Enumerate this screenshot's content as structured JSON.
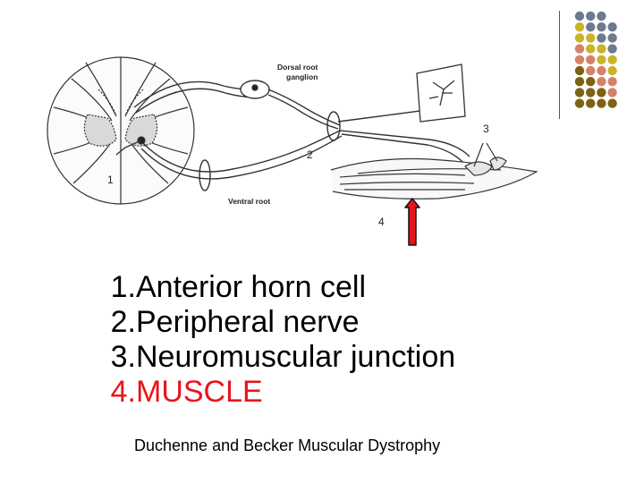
{
  "diagram": {
    "labels": {
      "dorsal_root_ganglion_line1": "Dorsal root",
      "dorsal_root_ganglion_line2": "ganglion",
      "ventral_root": "Ventral root"
    },
    "numbers": {
      "n1": "1",
      "n2": "2",
      "n3": "3",
      "n4": "4"
    },
    "arrow_color": "#e8141c"
  },
  "list": [
    {
      "num": "1.",
      "text": "Anterior horn cell",
      "color": "#000000"
    },
    {
      "num": "2.",
      "text": "Peripheral nerve",
      "color": "#000000"
    },
    {
      "num": "3.",
      "text": "Neuromuscular junction",
      "color": "#000000"
    },
    {
      "num": "4.",
      "text": "MUSCLE",
      "color": "#e8141c"
    }
  ],
  "caption": "Duchenne and Becker Muscular Dystrophy",
  "decor": {
    "dot_colors": [
      "#6e7a8e",
      "#c9b429",
      "#d4826a",
      "#7c6314"
    ]
  }
}
